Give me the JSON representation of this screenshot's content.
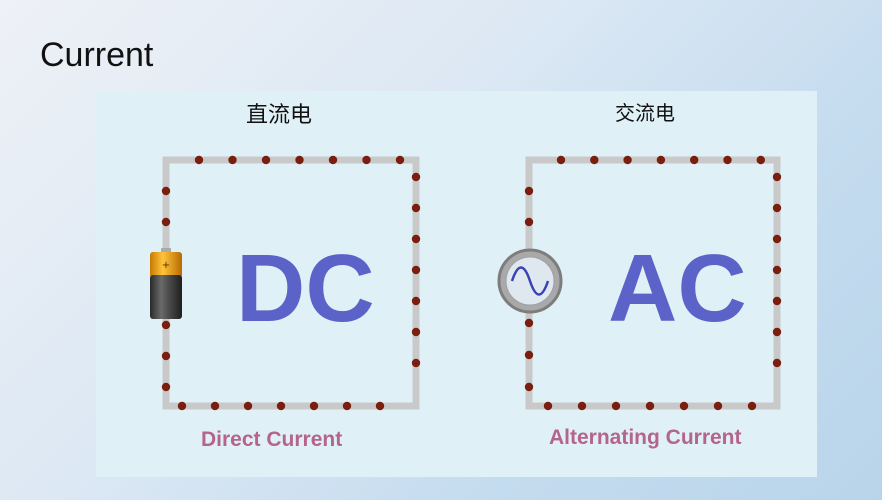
{
  "slide": {
    "title": "Current"
  },
  "dc": {
    "heading": "直流电",
    "big_label": "DC",
    "caption": "Direct Current",
    "source_icon": "battery-icon"
  },
  "ac": {
    "heading": "交流电",
    "big_label": "AC",
    "caption": "Alternating Current",
    "source_icon": "ac-source-icon"
  },
  "colors": {
    "wire": "#c9c9c9",
    "charge": "#7a1e10",
    "big_label": "#5b63c8",
    "caption": "#b5648c",
    "panel": "#dff1f7"
  }
}
